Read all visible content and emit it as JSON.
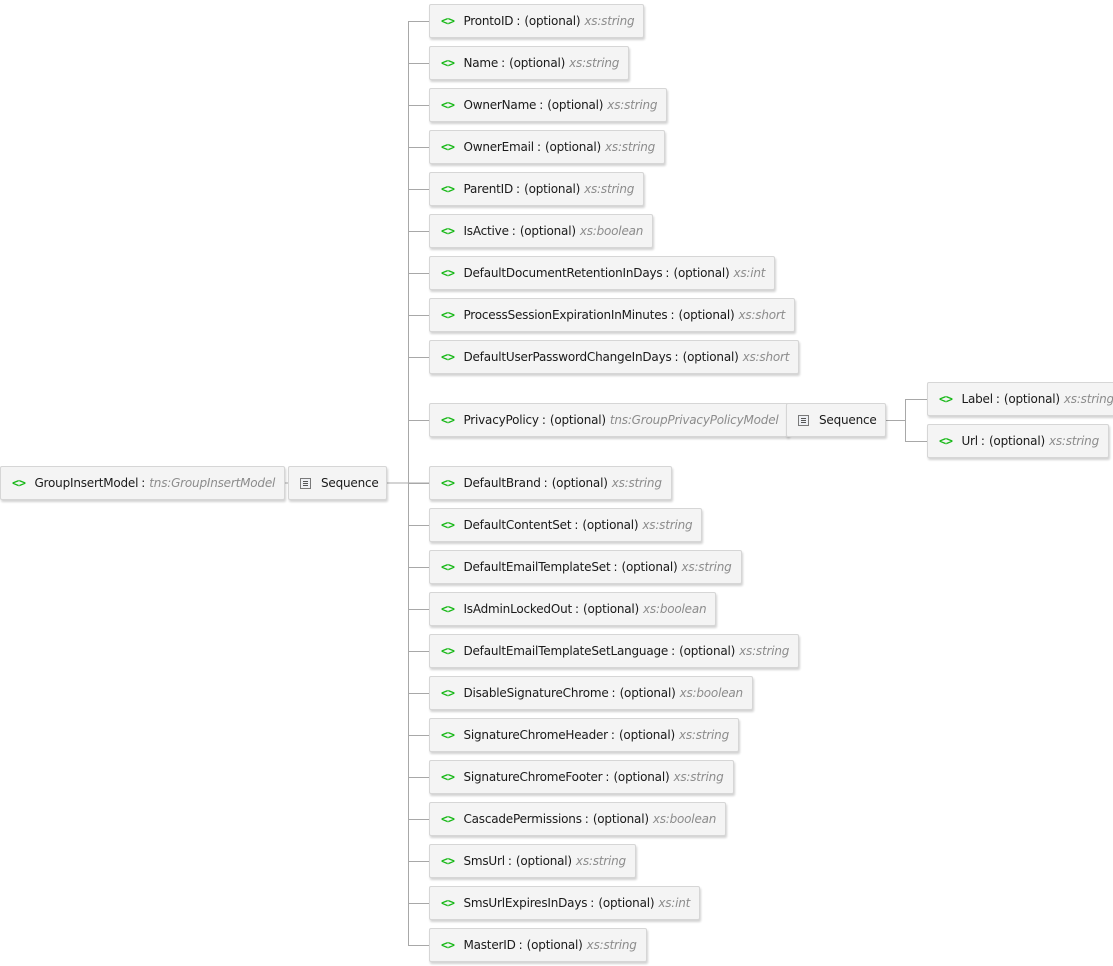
{
  "optional_label": "(optional)",
  "root": {
    "icon": "<>",
    "name": "GroupInsertModel",
    "type": "tns:GroupInsertModel"
  },
  "sequence_label": "Sequence",
  "elements": [
    {
      "icon": "<>",
      "name": "ProntoID",
      "optional": true,
      "type": "xs:string"
    },
    {
      "icon": "<>",
      "name": "Name",
      "optional": true,
      "type": "xs:string"
    },
    {
      "icon": "<>",
      "name": "OwnerName",
      "optional": true,
      "type": "xs:string"
    },
    {
      "icon": "<>",
      "name": "OwnerEmail",
      "optional": true,
      "type": "xs:string"
    },
    {
      "icon": "<>",
      "name": "ParentID",
      "optional": true,
      "type": "xs:string"
    },
    {
      "icon": "<>",
      "name": "IsActive",
      "optional": true,
      "type": "xs:boolean"
    },
    {
      "icon": "<>",
      "name": "DefaultDocumentRetentionInDays",
      "optional": true,
      "type": "xs:int"
    },
    {
      "icon": "<>",
      "name": "ProcessSessionExpirationInMinutes",
      "optional": true,
      "type": "xs:short"
    },
    {
      "icon": "<>",
      "name": "DefaultUserPasswordChangeInDays",
      "optional": true,
      "type": "xs:short"
    },
    {
      "icon": "<>",
      "name": "PrivacyPolicy",
      "optional": true,
      "type": "tns:GroupPrivacyPolicyModel",
      "sequence_label": "Sequence",
      "children": [
        {
          "icon": "<>",
          "name": "Label",
          "optional": true,
          "type": "xs:string"
        },
        {
          "icon": "<>",
          "name": "Url",
          "optional": true,
          "type": "xs:string"
        }
      ]
    },
    {
      "icon": "<>",
      "name": "DefaultBrand",
      "optional": true,
      "type": "xs:string"
    },
    {
      "icon": "<>",
      "name": "DefaultContentSet",
      "optional": true,
      "type": "xs:string"
    },
    {
      "icon": "<>",
      "name": "DefaultEmailTemplateSet",
      "optional": true,
      "type": "xs:string"
    },
    {
      "icon": "<>",
      "name": "IsAdminLockedOut",
      "optional": true,
      "type": "xs:boolean"
    },
    {
      "icon": "<>",
      "name": "DefaultEmailTemplateSetLanguage",
      "optional": true,
      "type": "xs:string"
    },
    {
      "icon": "<>",
      "name": "DisableSignatureChrome",
      "optional": true,
      "type": "xs:boolean"
    },
    {
      "icon": "<>",
      "name": "SignatureChromeHeader",
      "optional": true,
      "type": "xs:string"
    },
    {
      "icon": "<>",
      "name": "SignatureChromeFooter",
      "optional": true,
      "type": "xs:string"
    },
    {
      "icon": "<>",
      "name": "CascadePermissions",
      "optional": true,
      "type": "xs:boolean"
    },
    {
      "icon": "<>",
      "name": "SmsUrl",
      "optional": true,
      "type": "xs:string"
    },
    {
      "icon": "<>",
      "name": "SmsUrlExpiresInDays",
      "optional": true,
      "type": "xs:int"
    },
    {
      "icon": "<>",
      "name": "MasterID",
      "optional": true,
      "type": "xs:string"
    }
  ],
  "colors": {
    "element_icon": "#17b817",
    "type_text": "#8c8c8c",
    "connector": "#a8a8a8",
    "node_bg": "#f4f4f4"
  }
}
